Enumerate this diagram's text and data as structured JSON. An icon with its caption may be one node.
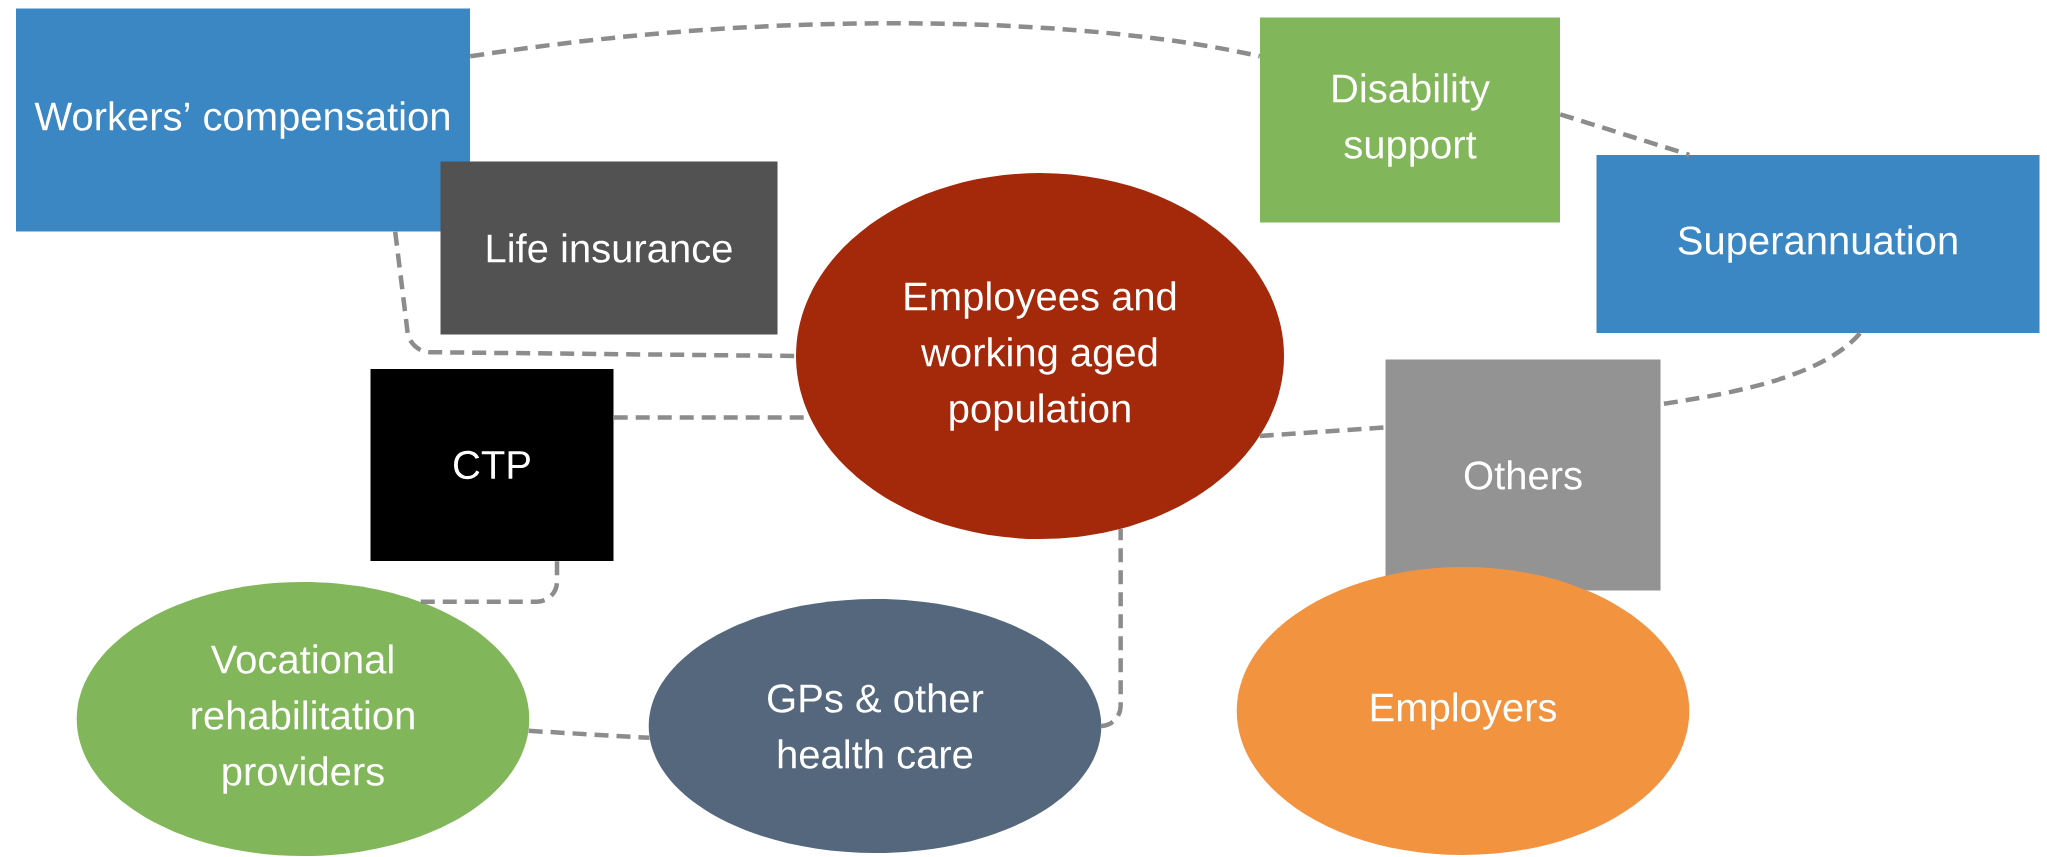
{
  "diagram": {
    "nodes": [
      {
        "text": [
          "Workers’ compensation"
        ]
      },
      {
        "text": [
          "Disability support"
        ]
      },
      {
        "text": [
          "Superannuation"
        ]
      },
      {
        "text": [
          "Life insurance"
        ]
      },
      {
        "text": [
          "Employees and working aged population"
        ]
      },
      {
        "text": [
          "CTP"
        ]
      },
      {
        "text": [
          "Others"
        ]
      },
      {
        "text": [
          "Vocational rehabilitation providers"
        ]
      },
      {
        "text": [
          "GPs & other health care"
        ]
      },
      {
        "text": [
          "Employers"
        ]
      }
    ],
    "edges": [
      {
        "from": 0,
        "to": 1,
        "arrow": "none"
      },
      {
        "from": 1,
        "to": 2,
        "arrow": "none"
      },
      {
        "from": 2,
        "to": 6,
        "arrow": "none"
      },
      {
        "from": 0,
        "to": 4,
        "arrow": "none"
      },
      {
        "from": 4,
        "to": 6,
        "arrow": "none"
      },
      {
        "from": 5,
        "to": 4,
        "arrow": "none"
      },
      {
        "from": 5,
        "to": 7,
        "arrow": "none"
      },
      {
        "from": 7,
        "to": 8,
        "arrow": "none"
      },
      {
        "from": 8,
        "to": 4,
        "arrow": "none"
      }
    ]
  }
}
